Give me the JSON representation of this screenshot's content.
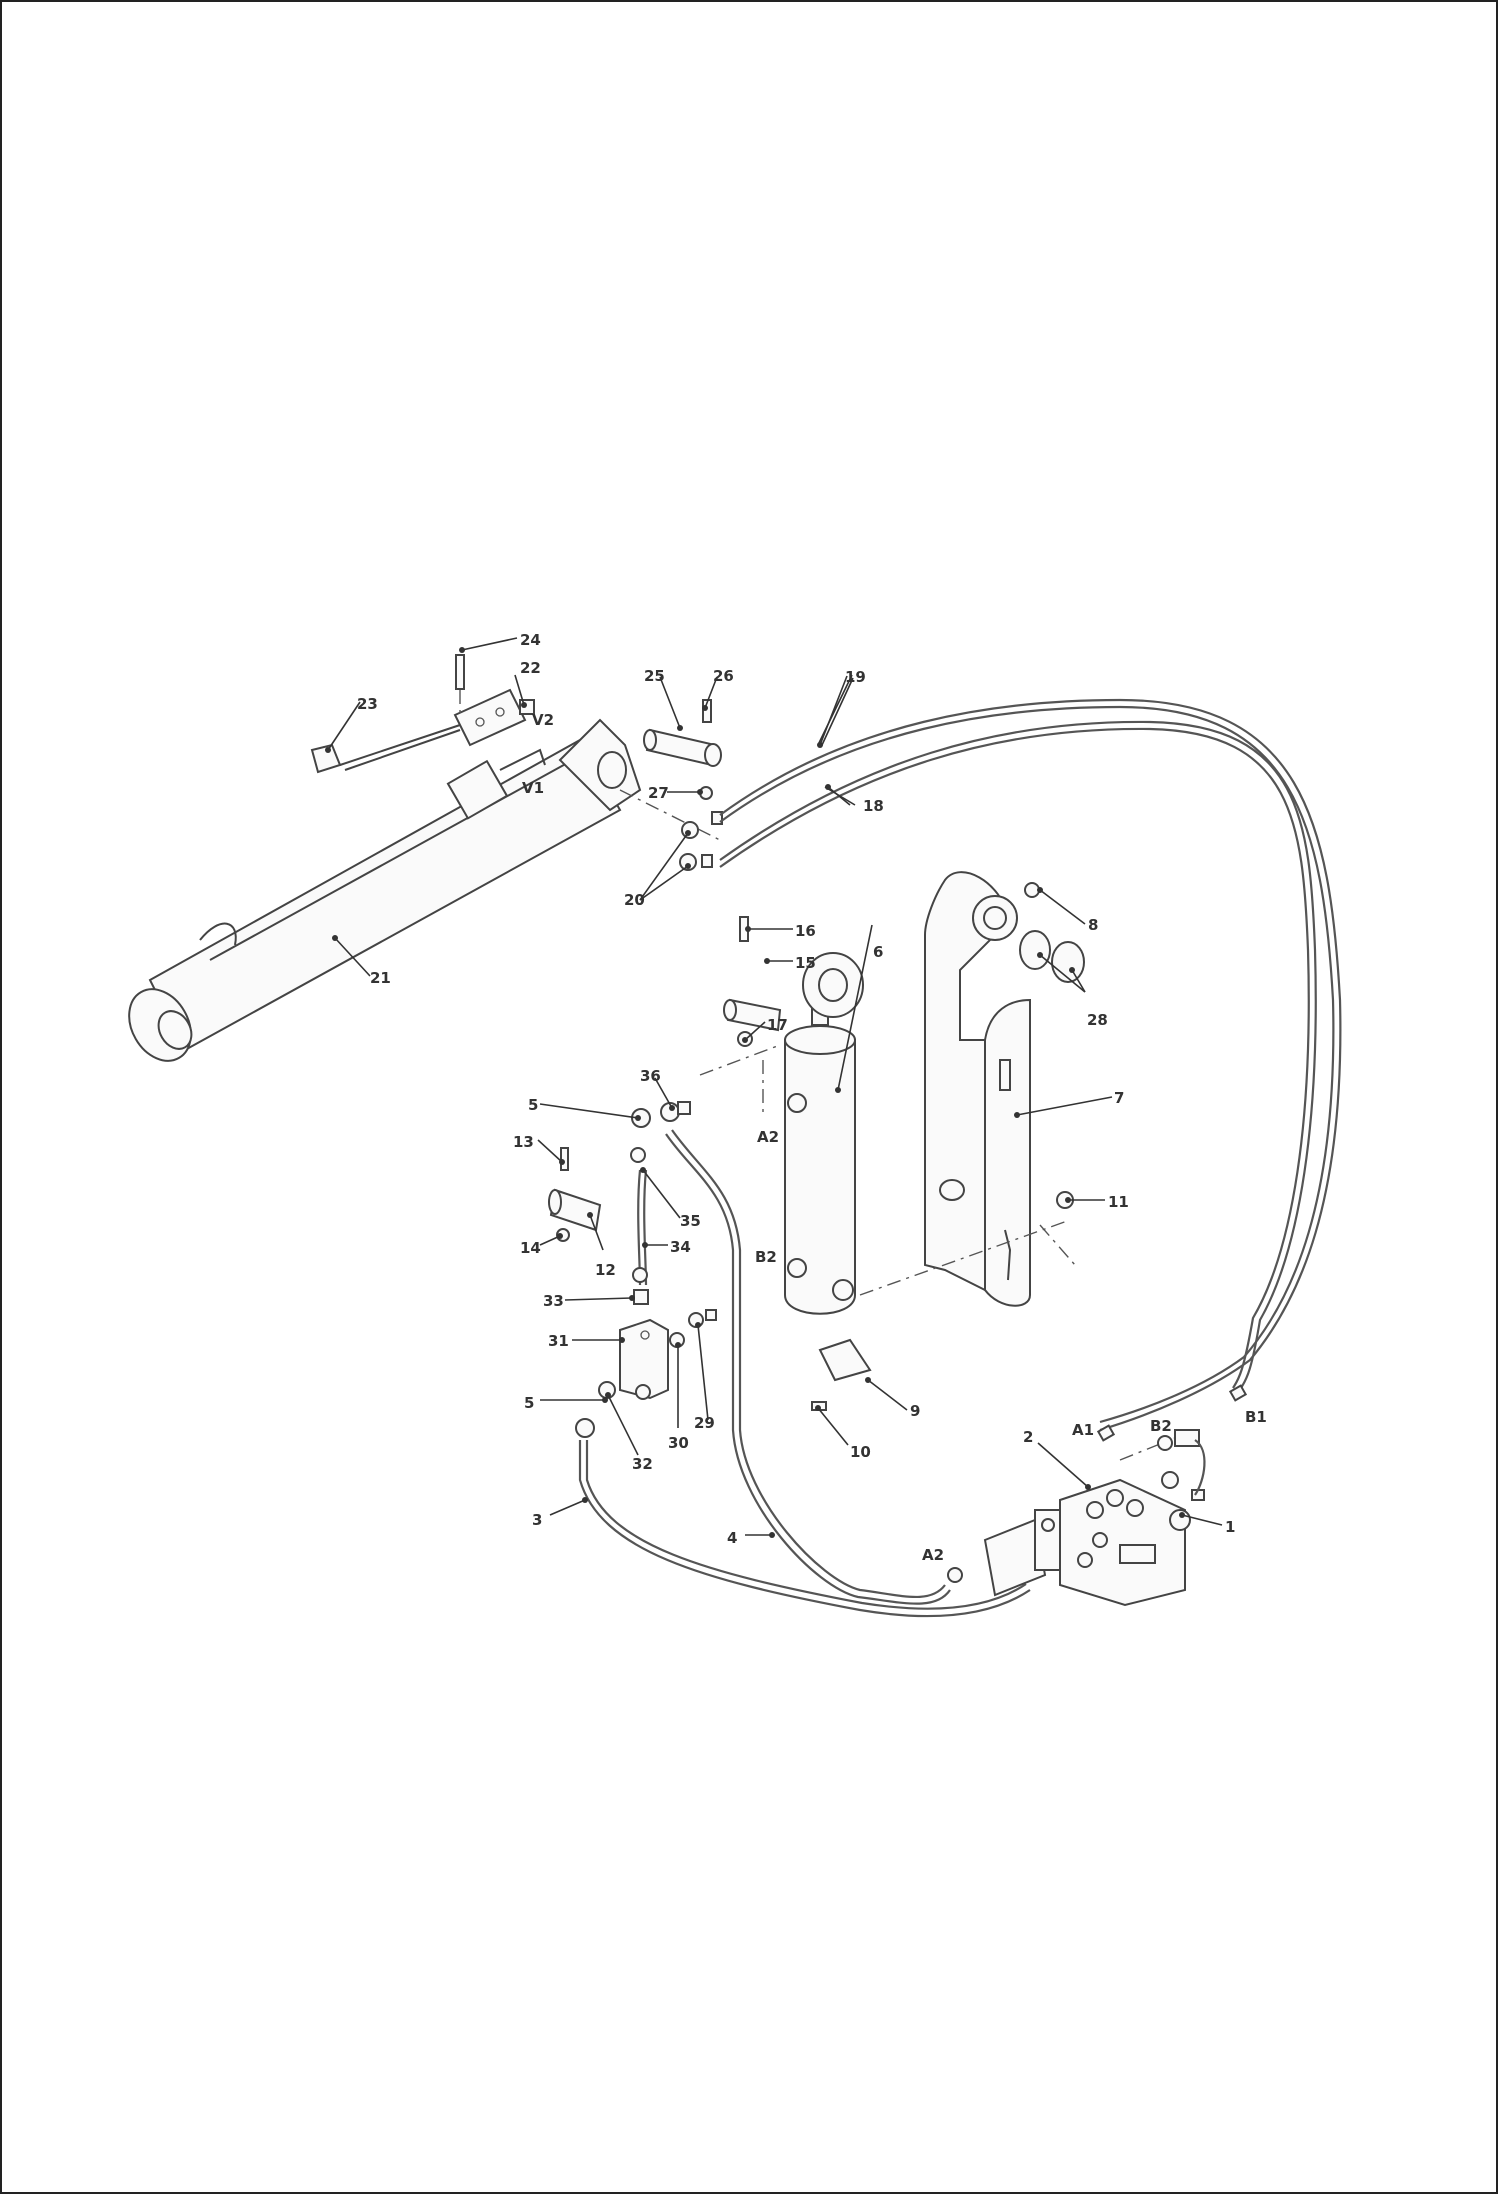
{
  "labels": {
    "p1": "1",
    "p2": "2",
    "p3": "3",
    "p4": "4",
    "p5": "5",
    "p6": "6",
    "p7": "7",
    "p8": "8",
    "p9": "9",
    "p10": "10",
    "p11": "11",
    "p12": "12",
    "p13": "13",
    "p14": "14",
    "p15": "15",
    "p16": "16",
    "p17": "17",
    "p18": "18",
    "p19": "19",
    "p20": "20",
    "p21": "21",
    "p22": "22",
    "p23": "23",
    "p24": "24",
    "p25": "25",
    "p26": "26",
    "p27": "27",
    "p28": "28",
    "p29": "29",
    "p30": "30",
    "p31": "31",
    "p32": "32",
    "p33": "33",
    "p34": "34",
    "p35": "35",
    "p36": "36"
  },
  "ports": {
    "a1": "A1",
    "a2": "A2",
    "b1": "B1",
    "b2": "B2",
    "v1": "V1",
    "v2": "V2"
  }
}
